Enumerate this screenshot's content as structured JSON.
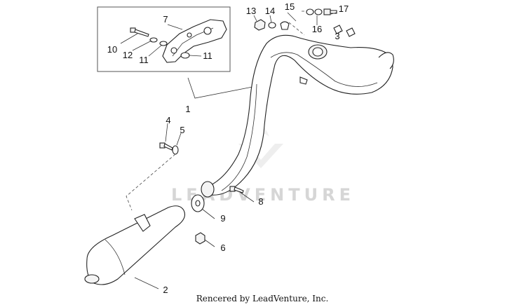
{
  "callouts": {
    "c1": "1",
    "c2": "2",
    "c3": "3",
    "c4": "4",
    "c5": "5",
    "c6": "6",
    "c7": "7",
    "c8": "8",
    "c9": "9",
    "c10": "10",
    "c11a": "11",
    "c11b": "11",
    "c12": "12",
    "c13": "13",
    "c14": "14",
    "c15": "15",
    "c16": "16",
    "c17": "17"
  },
  "watermark": "LEADVENTURE",
  "credit": "Rencered by LeadVenture, Inc."
}
